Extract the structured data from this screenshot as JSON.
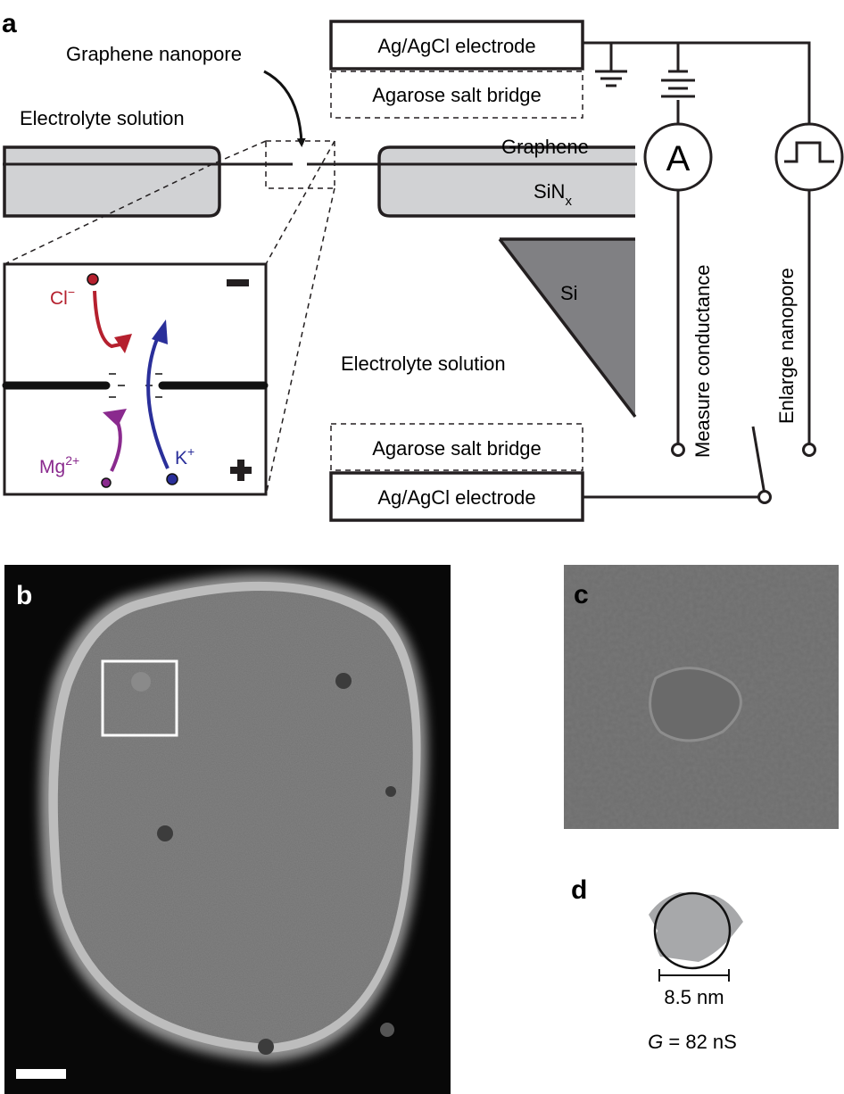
{
  "figure": {
    "panels": {
      "a": {
        "label": "a",
        "title_pore": "Graphene nanopore",
        "electrolyte_top": "Electrolyte solution",
        "electrolyte_bottom": "Electrolyte solution",
        "graphene": "Graphene",
        "sinx_main": "SiN",
        "sinx_sub": "x",
        "si": "Si",
        "electrode_top": "Ag/AgCl electrode",
        "bridge_top": "Agarose salt bridge",
        "electrode_bottom": "Ag/AgCl electrode",
        "bridge_bottom": "Agarose salt bridge",
        "ammeter": "A",
        "measure_label": "Measure conductance",
        "enlarge_label": "Enlarge nanopore",
        "inset": {
          "cl_main": "Cl",
          "cl_sup": "−",
          "k_main": "K",
          "k_sup": "+",
          "mg_main": "Mg",
          "mg_sup": "2+",
          "minus_sign": "−",
          "plus_sign": "+",
          "colors": {
            "cl": "#b5202e",
            "k": "#2a2f9a",
            "mg": "#8a2a8e"
          }
        }
      },
      "b": {
        "label": "b",
        "scale_bar": "scale-bar",
        "image": "TEM micrograph of enlarged graphene membrane with multiple nanopores"
      },
      "c": {
        "label": "c",
        "image": "Zoomed TEM micrograph of single nanopore"
      },
      "d": {
        "label": "d",
        "diameter": "8.5 nm",
        "conductance_var": "G",
        "conductance_value": " = 82 nS"
      }
    },
    "colors": {
      "sinx": "#d1d2d4",
      "si": "#808083",
      "pore_shape": "#a7a8aa",
      "stroke": "#231f20"
    }
  }
}
